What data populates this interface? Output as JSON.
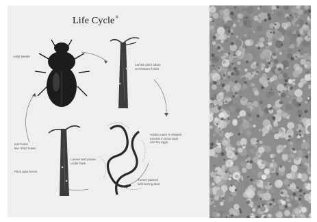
{
  "title": "Life Cycle",
  "title_mark": "®",
  "labels": {
    "adult_beetle": "Adult Beetle",
    "larvae_pitch_tubes": "Larvae pitch tubes\nat entrance holes",
    "adults_galleries": "Adults make S-shaped\ntunnels in inner bark\nand lay eggs",
    "larvae_pupae": "Larvae and pupae\nunder bark",
    "tunnel_packed": "Tunnel packed\nwith boring dust",
    "exit_holes": "Exit holes\nlike 'shot' holes",
    "pitch_tubes": "Pitch tube forms"
  },
  "colors": {
    "paper": "#efefef",
    "ink": "#222222",
    "label": "#555555"
  },
  "icons": [
    "beetle-icon",
    "tree-trunk-icon",
    "gallery-tunnel-icon",
    "cycle-arrow-icon",
    "forest-canopy-icon"
  ]
}
